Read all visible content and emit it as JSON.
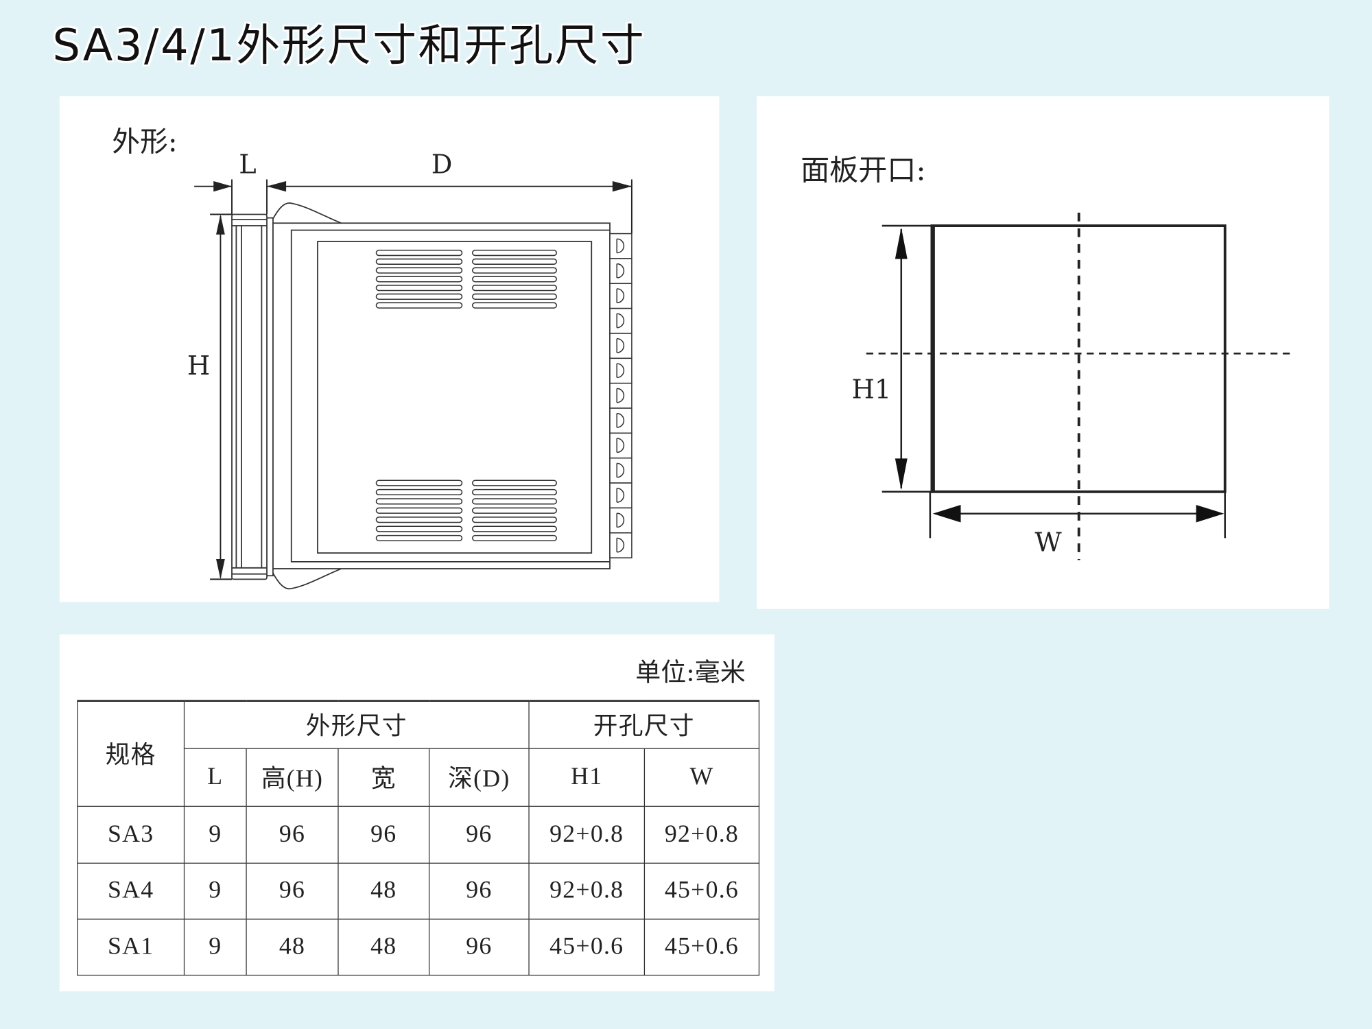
{
  "title": "SA3/4/1外形尺寸和开孔尺寸",
  "colors": {
    "background": "#e1f3f7",
    "panel": "#ffffff",
    "ink": "#222222"
  },
  "outline_drawing": {
    "label": "外形:",
    "dim_L": "L",
    "dim_D": "D",
    "dim_H": "H"
  },
  "cutout_drawing": {
    "label": "面板开口:",
    "dim_H1": "H1",
    "dim_W": "W"
  },
  "spec_table": {
    "unit_note": "单位:毫米",
    "spec_header": "规格",
    "outline_header": "外形尺寸",
    "cutout_header": "开孔尺寸",
    "columns": [
      "L",
      "高(H)",
      "宽",
      "深(D)",
      "H1",
      "W"
    ],
    "rows": [
      {
        "model": "SA3",
        "values": [
          "9",
          "96",
          "96",
          "96",
          "92+0.8",
          "92+0.8"
        ]
      },
      {
        "model": "SA4",
        "values": [
          "9",
          "96",
          "48",
          "96",
          "92+0.8",
          "45+0.6"
        ]
      },
      {
        "model": "SA1",
        "values": [
          "9",
          "48",
          "48",
          "96",
          "45+0.6",
          "45+0.6"
        ]
      }
    ]
  }
}
